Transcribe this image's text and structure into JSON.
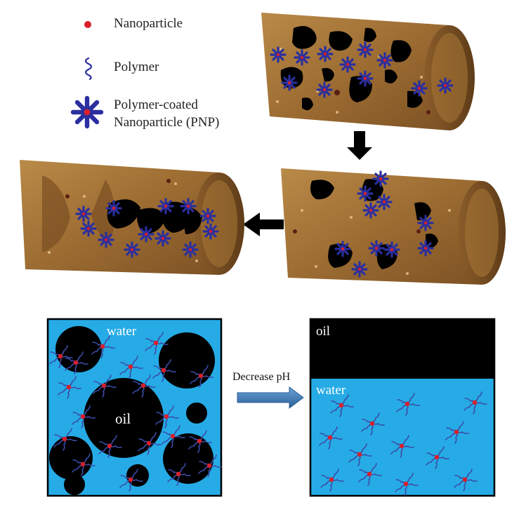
{
  "legend": {
    "nanoparticle": "Nanoparticle",
    "polymer": "Polymer",
    "pnp_line1": "Polymer-coated",
    "pnp_line2": "Nanoparticle (PNP)"
  },
  "emulsion": {
    "water_label": "water",
    "oil_label": "oil"
  },
  "process": {
    "arrow_label": "Decrease pH"
  },
  "separated": {
    "oil_label": "oil",
    "water_label": "water"
  },
  "colors": {
    "rock": "#a8773a",
    "rock_dark": "#7a5222",
    "pore": "#000000",
    "polymer": "#2a2fa0",
    "nanoparticle": "#d8202a",
    "water": "#26abe6",
    "arrow_blue": "#3a78b8"
  }
}
